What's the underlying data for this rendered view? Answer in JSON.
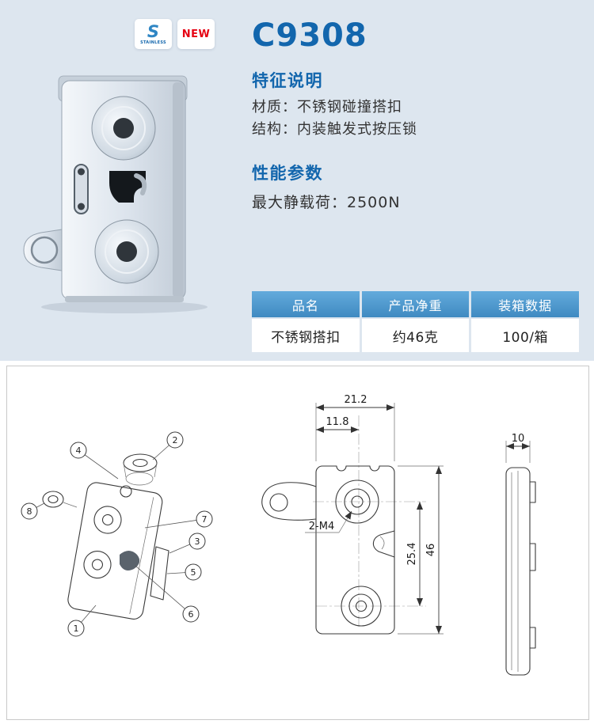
{
  "badges": {
    "stainless_initial": "S",
    "stainless_text": "STAINLESS",
    "new_text": "NEW"
  },
  "product": {
    "model": "C9308",
    "features_heading": "特征说明",
    "material_line": "材质：不锈钢碰撞搭扣",
    "structure_line": "结构：内装触发式按压锁",
    "performance_heading": "性能参数",
    "max_static_load": "最大静载荷：2500N"
  },
  "spec_table": {
    "headers": [
      "品名",
      "产品净重",
      "装箱数据"
    ],
    "row": [
      "不锈钢搭扣",
      "约46克",
      "100/箱"
    ]
  },
  "drawing": {
    "callouts": [
      "1",
      "2",
      "3",
      "4",
      "5",
      "6",
      "7",
      "8"
    ],
    "dimensions": {
      "front_total_width": "21.2",
      "front_hole_offset": "11.8",
      "thread_spec": "2-M4",
      "hole_spacing": "25.4",
      "front_height": "46",
      "side_thickness": "10"
    }
  },
  "colors": {
    "accent_blue": "#1266ad",
    "table_header_blue": "#4a9ad2",
    "new_red": "#e60012",
    "top_background": "#dde6ef",
    "drawing_line": "#3a3a3a"
  }
}
